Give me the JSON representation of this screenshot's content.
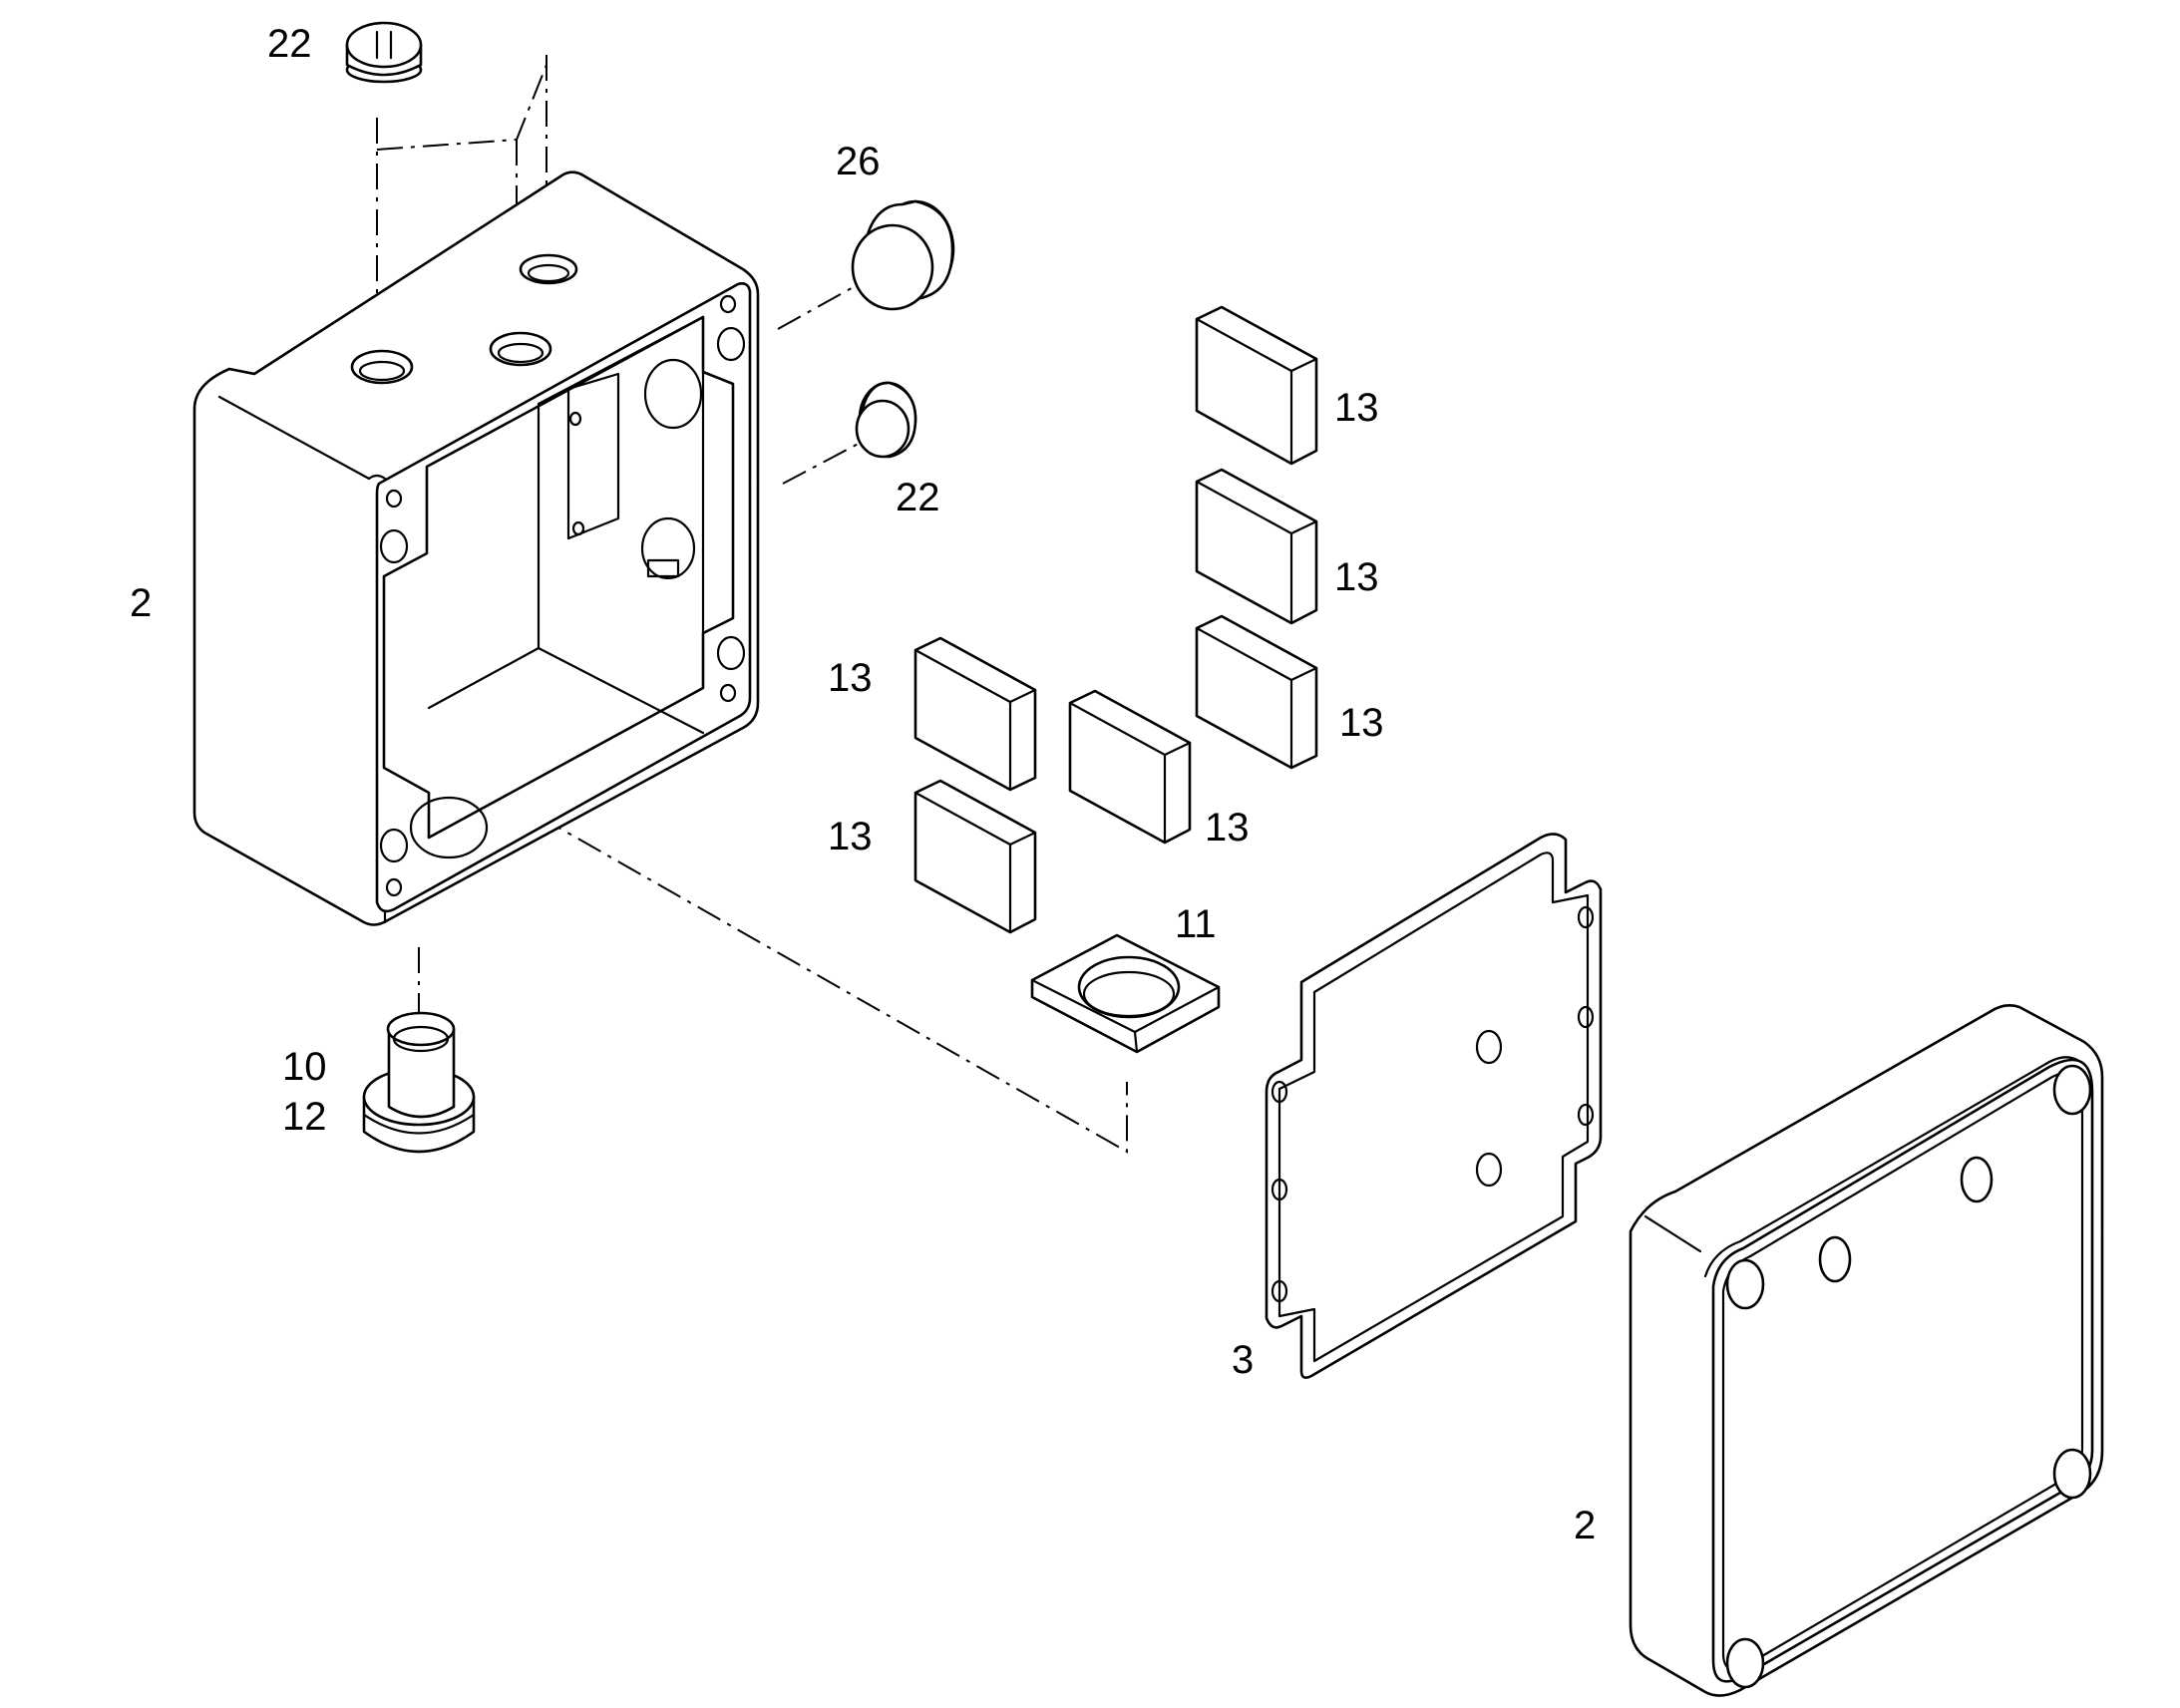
{
  "diagram": {
    "callouts": {
      "c22_top": "22",
      "c26": "26",
      "c22_side": "22",
      "c2_box": "2",
      "c13_a": "13",
      "c13_b": "13",
      "c13_c": "13",
      "c13_d": "13",
      "c13_e": "13",
      "c13_f": "13",
      "c11": "11",
      "c10": "10",
      "c12": "12",
      "c3": "3",
      "c2_lid": "2"
    }
  }
}
